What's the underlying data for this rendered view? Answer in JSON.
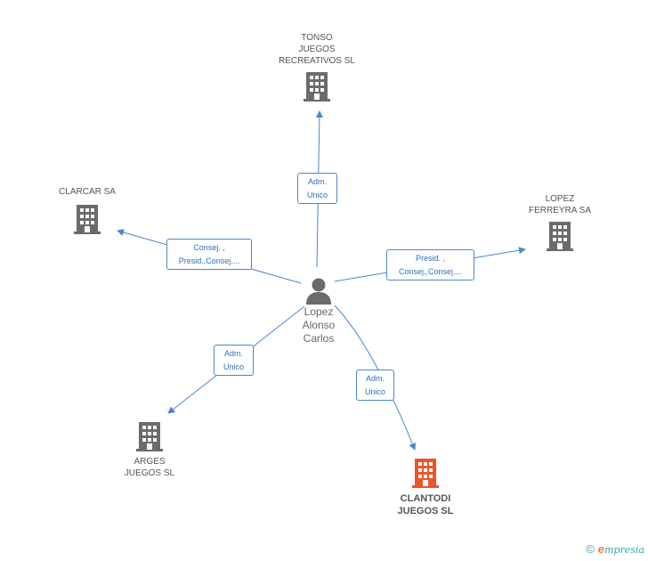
{
  "center": {
    "label": "Lopez\nAlonso\nCarlos",
    "icon": "person-icon"
  },
  "companies": [
    {
      "id": "tonso",
      "label": "TONSO\nJUEGOS\nRECREATIVOS SL",
      "icon": "building-icon",
      "color": "#6b6b6b"
    },
    {
      "id": "clarcar",
      "label": "CLARCAR SA",
      "icon": "building-icon",
      "color": "#6b6b6b"
    },
    {
      "id": "lopez-ferreyra",
      "label": "LOPEZ\nFERREYRA SA",
      "icon": "building-icon",
      "color": "#6b6b6b"
    },
    {
      "id": "arges",
      "label": "ARGES\nJUEGOS SL",
      "icon": "building-icon",
      "color": "#6b6b6b"
    },
    {
      "id": "clantodi",
      "label": "CLANTODI\nJUEGOS SL",
      "icon": "building-icon",
      "color": "#e8572a"
    }
  ],
  "relations": [
    {
      "to": "tonso",
      "label": "Adm.\nUnico"
    },
    {
      "to": "clarcar",
      "label": "Consej. ,\nPresid.,Consej...."
    },
    {
      "to": "lopez-ferreyra",
      "label": "Presid. ,\nConsej.,Consej...."
    },
    {
      "to": "arges",
      "label": "Adm.\nUnico"
    },
    {
      "to": "clantodi",
      "label": "Adm.\nUnico"
    }
  ],
  "colors": {
    "edge": "#4a86cf",
    "node": "#6b6b6b",
    "highlight": "#e8572a"
  },
  "brand": {
    "copyright": "©",
    "initial": "e",
    "rest": "mpresia"
  }
}
